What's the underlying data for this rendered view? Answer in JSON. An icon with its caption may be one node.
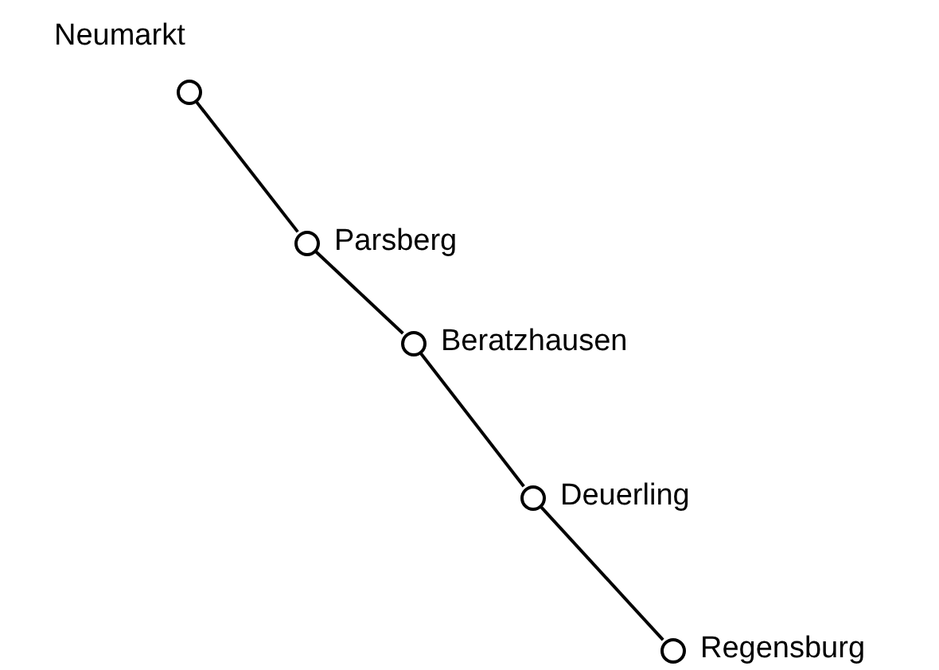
{
  "diagram": {
    "nodes": [
      {
        "text": [
          "Neumarkt"
        ]
      },
      {
        "text": [
          "Parsberg"
        ]
      },
      {
        "text": [
          "Beratzhausen"
        ]
      },
      {
        "text": [
          "Deuerling"
        ]
      },
      {
        "text": [
          "Regensburg"
        ]
      }
    ],
    "edges": [
      {
        "from": 0,
        "to": 1,
        "arrow": "none"
      },
      {
        "from": 1,
        "to": 2,
        "arrow": "none"
      },
      {
        "from": 2,
        "to": 3,
        "arrow": "none"
      },
      {
        "from": 3,
        "to": 4,
        "arrow": "none"
      }
    ]
  }
}
